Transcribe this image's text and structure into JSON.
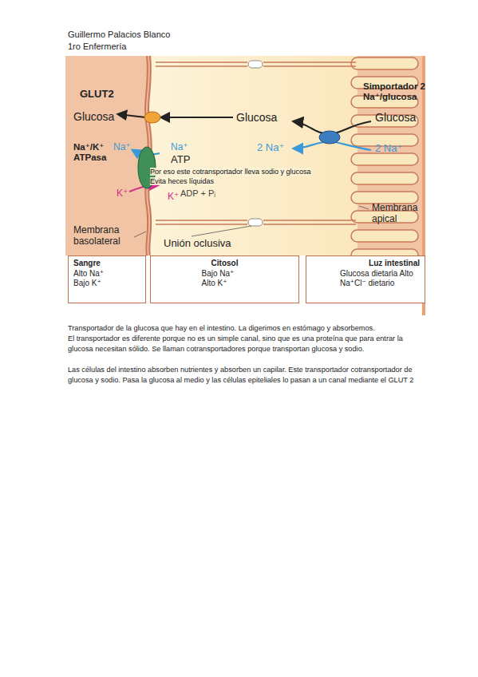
{
  "diagram": {
    "nodes": [
      {
        "text": [
          "Sangre",
          "Alto Na⁺ Bajo K⁺"
        ]
      },
      {
        "text": [
          "Citosol",
          "Bajo Na⁺ Alto K⁺"
        ]
      },
      {
        "text": [
          "Luz intestinal",
          "Glucosa dietaria Alto Na⁺Cl⁻ dietario"
        ]
      }
    ],
    "labels": [
      "Guillermo Palacios Blanco",
      "1ro Enfermería",
      "GLUT2",
      "Glucosa",
      "Glucosa",
      "Simportador 2 Na⁺/glucosa",
      "Glucosa",
      "Na⁺",
      "Na⁺",
      "ATP",
      "Na⁺/K⁺ ATPasa",
      "2 Na⁺",
      "2 Na⁺",
      "Por eso este cotransportador lleva sodio y glucosa",
      "Evita heces líquidas",
      "ADP + Pᵢ",
      "K⁺",
      "K⁺",
      "Membrana apical",
      "Membrana basolateral",
      "Unión oclusiva",
      "Transportador de la glucosa que hay en el intestino. La digerimos en estómago y absorbemos.",
      "El transportador es diferente porque no es un simple canal, sino que es una proteína que para entrar la glucosa necesitan sólido. Se llaman cotransportadores porque transportan glucosa y sodio.",
      "Las células del intestino absorben nutrientes y absorben un capilar. Este transportador cotransportador de glucosa y sodio. Pasa la glucosa al medio y las células epiteliales lo pasan a un canal mediante el GLUT 2"
    ]
  }
}
